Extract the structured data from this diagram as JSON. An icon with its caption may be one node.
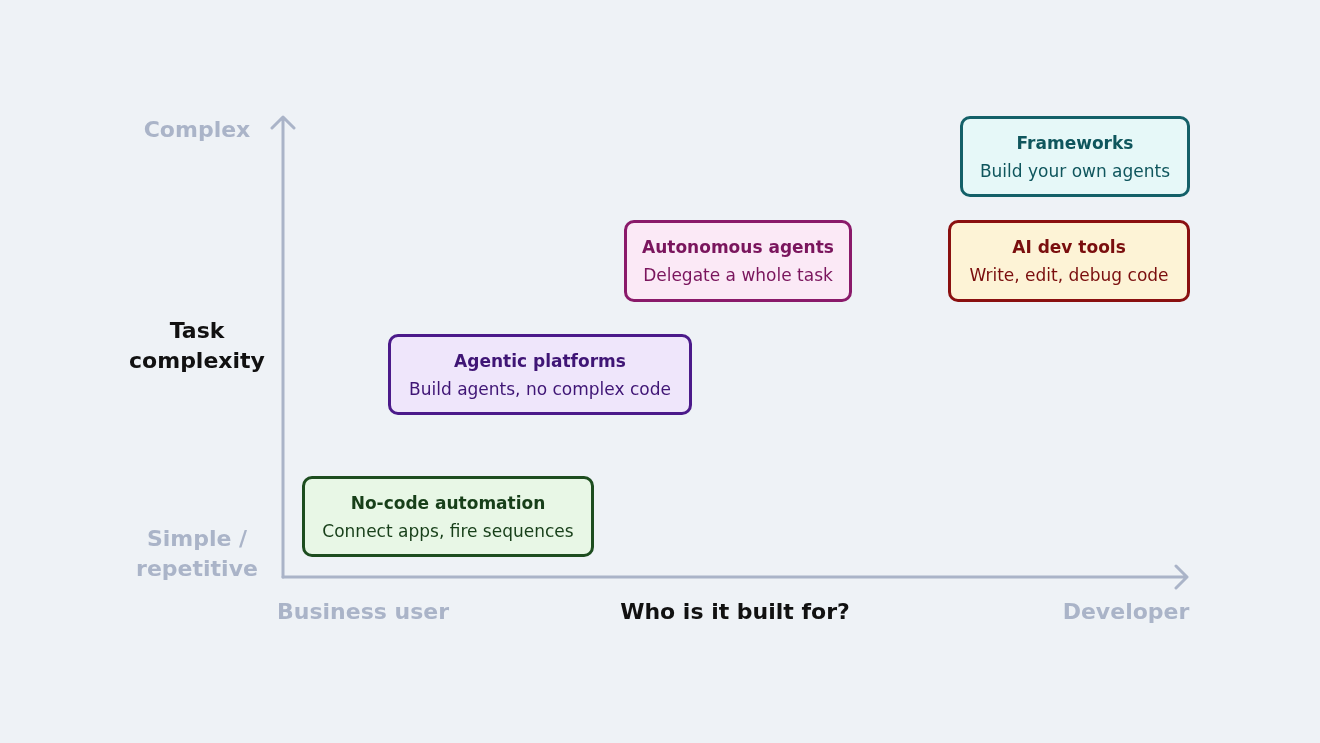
{
  "diagram": {
    "nodes": [
      {
        "text": [
          "No-code automation",
          "Connect apps, fire sequences"
        ]
      },
      {
        "text": [
          "Agentic platforms",
          "Build agents, no complex code"
        ]
      },
      {
        "text": [
          "Autonomous agents",
          "Delegate a whole task"
        ]
      },
      {
        "text": [
          "Frameworks",
          "Build your own agents"
        ]
      },
      {
        "text": [
          "AI dev tools",
          "Write, edit, debug code"
        ]
      }
    ],
    "labels": [
      "Complex",
      "Task complexity",
      "Simple / repetitive",
      "Business user",
      "Who is it built for?",
      "Developer"
    ]
  }
}
